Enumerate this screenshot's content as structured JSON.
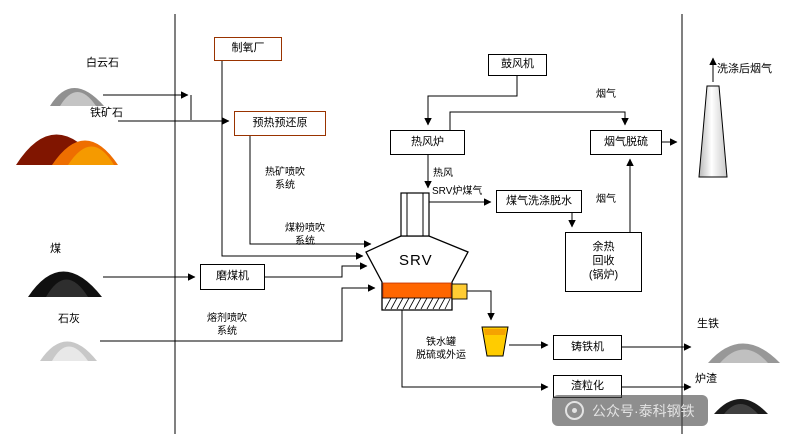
{
  "materials": {
    "dolomite": "白云石",
    "iron_ore": "铁矿石",
    "coal": "煤",
    "lime": "石灰"
  },
  "process_boxes": {
    "oxygen_plant": "制氧厂",
    "preheat_prereduction": "预热预还原",
    "blower": "鼓风机",
    "hot_blast_stove": "热风炉",
    "flue_gas_desulfurization": "烟气脱硫",
    "gas_washing_dewatering": "煤气洗涤脱水",
    "waste_heat_recovery": "余热\n回收\n(锅炉)",
    "coal_mill": "磨煤机",
    "pig_iron_casting_machine": "铸铁机",
    "slag_granulation": "渣粒化"
  },
  "flow_labels": {
    "hot_ore_injection_system": "热矿喷吹\n系统",
    "coal_powder_injection_system": "煤粉喷吹\n系统",
    "flux_injection_system": "熔剂喷吹\n系统",
    "hot_blast": "热风",
    "srv_furnace_gas": "SRV炉煤气",
    "flue_gas_stove": "烟气",
    "flue_gas_boiler": "烟气",
    "washed_flue_gas": "洗涤后烟气",
    "hot_metal_ladle_note": "铁水罐\n脱硫或外运",
    "pig_iron": "生铁",
    "slag": "炉渣"
  },
  "furnace": {
    "label": "SRV"
  },
  "watermark": {
    "text": "公众号·泰科钢铁"
  },
  "colors": {
    "accent_border": "#993300",
    "molten_metal": "#FF6600",
    "ladle_yellow": "#FFCC00",
    "ore_dark": "#801500",
    "ore_orange": "#EE6E00"
  }
}
